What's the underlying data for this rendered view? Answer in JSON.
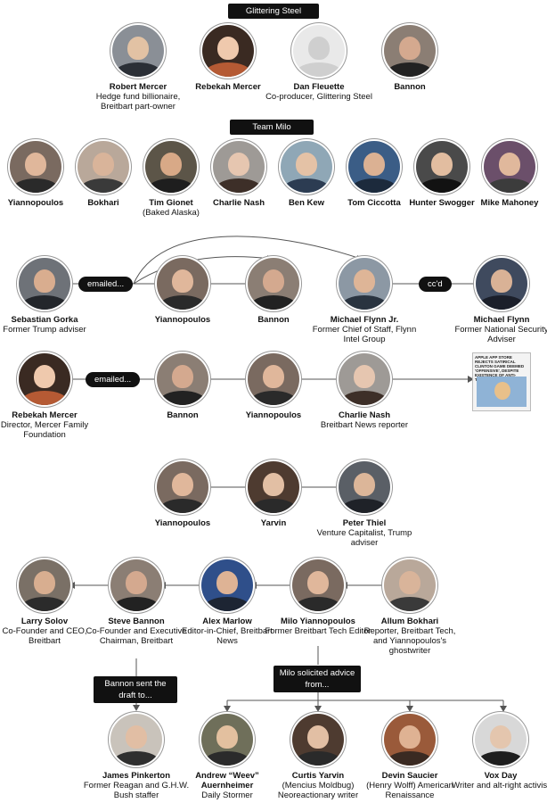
{
  "headers": {
    "glittering_steel": "Glittering Steel",
    "team_milo": "Team Milo"
  },
  "labels": {
    "emailed_1": "emailed...",
    "ccd": "cc'd",
    "emailed_2": "emailed...",
    "bannon_sent": "Bannon sent the draft to...",
    "milo_solicited": "Milo solicited advice from..."
  },
  "glittering_steel": [
    {
      "name": "Robert Mercer",
      "desc": "Hedge fund billionaire, Breitbart part-owner"
    },
    {
      "name": "Rebekah Mercer",
      "desc": ""
    },
    {
      "name": "Dan Fleuette",
      "desc": "Co-producer, Glittering Steel"
    },
    {
      "name": "Bannon",
      "desc": ""
    }
  ],
  "team_milo": [
    {
      "name": "Yiannopoulos",
      "desc": ""
    },
    {
      "name": "Bokhari",
      "desc": ""
    },
    {
      "name": "Tim Gionet",
      "desc": "(Baked Alaska)"
    },
    {
      "name": "Charlie Nash",
      "desc": ""
    },
    {
      "name": "Ben Kew",
      "desc": ""
    },
    {
      "name": "Tom Ciccotta",
      "desc": ""
    },
    {
      "name": "Hunter Swogger",
      "desc": ""
    },
    {
      "name": "Mike Mahoney",
      "desc": ""
    }
  ],
  "chain1": [
    {
      "name": "Sebastian Gorka",
      "desc": "Former Trump adviser"
    },
    {
      "name": "Yiannopoulos",
      "desc": ""
    },
    {
      "name": "Bannon",
      "desc": ""
    },
    {
      "name": "Michael Flynn Jr.",
      "desc": "Former Chief of Staff, Flynn Intel Group"
    },
    {
      "name": "Michael Flynn",
      "desc": "Former National Security Adviser"
    }
  ],
  "chain2": [
    {
      "name": "Rebekah Mercer",
      "desc": "Director, Mercer Family Foundation"
    },
    {
      "name": "Bannon",
      "desc": ""
    },
    {
      "name": "Yiannopoulos",
      "desc": ""
    },
    {
      "name": "Charlie Nash",
      "desc": "Breitbart News reporter"
    }
  ],
  "article_thumb": {
    "headline": "APPLE APP STORE REJECTS SATIRICAL CLINTON GAME DEEMED 'OFFENSIVE', DESPITE EXISTENCE OF ANTI-TRUMP GAMES"
  },
  "chain3": [
    {
      "name": "Yiannopoulos",
      "desc": ""
    },
    {
      "name": "Yarvin",
      "desc": ""
    },
    {
      "name": "Peter Thiel",
      "desc": "Venture Capitalist, Trump adviser"
    }
  ],
  "chain4": [
    {
      "name": "Larry Solov",
      "desc": "Co-Founder and CEO, Breitbart"
    },
    {
      "name": "Steve Bannon",
      "desc": "Co-Founder and Executive Chairman, Breitbart"
    },
    {
      "name": "Alex Marlow",
      "desc": "Editor-in-Chief, Breitbart News"
    },
    {
      "name": "Milo Yiannopoulos",
      "desc": "Former Breitbart Tech Editor"
    },
    {
      "name": "Allum Bokhari",
      "desc": "Reporter, Breitbart Tech, and Yiannopoulos's ghostwriter"
    }
  ],
  "bottom": [
    {
      "name": "James Pinkerton",
      "desc": "Former Reagan and G.H.W. Bush staffer"
    },
    {
      "name": "Andrew “Weev” Auernheimer",
      "desc": "Daily Stormer"
    },
    {
      "name": "Curtis Yarvin",
      "desc": "(Mencius Moldbug) Neoreactionary writer"
    },
    {
      "name": "Devin Saucier",
      "desc": "(Henry Wolff) American Renaissance"
    },
    {
      "name": "Vox Day",
      "desc": "Writer and alt-right activist"
    }
  ],
  "colors": {
    "pill": "#111111",
    "line": "#555555",
    "default_avatar": "#cfcfcf"
  }
}
